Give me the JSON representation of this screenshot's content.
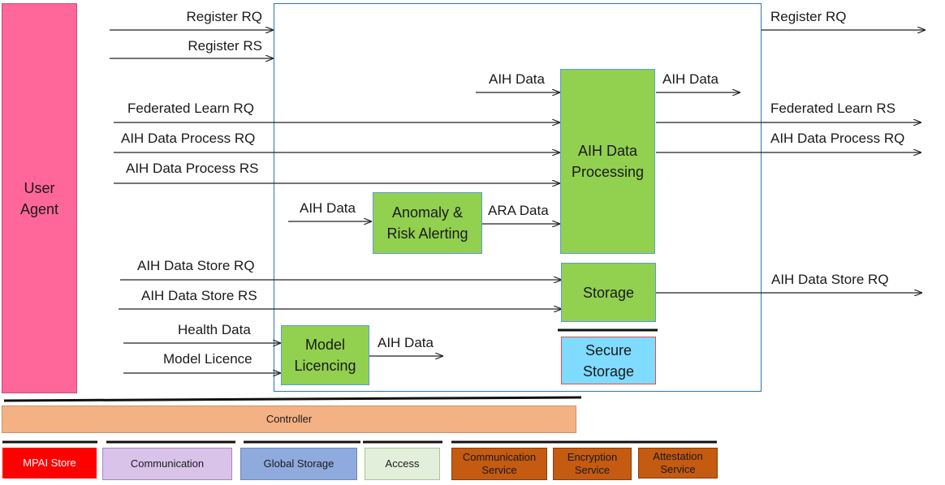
{
  "user_agent": "User\nAgent",
  "module_box": {
    "border": "#2e75b6"
  },
  "left_inputs": {
    "register_rq": "Register RQ",
    "register_rs": "Register RS",
    "federated_learn_rq": "Federated Learn RQ",
    "aih_data_process_rq": "AIH Data Process RQ",
    "aih_data_process_rs": "AIH Data Process RS",
    "aih_data_store_rq": "AIH Data Store RQ",
    "aih_data_store_rs": "AIH Data Store RS",
    "health_data": "Health Data",
    "model_licence": "Model Licence"
  },
  "internal": {
    "aih_data_to_processing": "AIH Data",
    "aih_data_from_processing": "AIH Data",
    "aih_data_to_anomaly": "AIH Data",
    "ara_data": "ARA Data",
    "aih_data_from_licencing": "AIH Data"
  },
  "right_outputs": {
    "register_rq": "Register RQ",
    "federated_learn_rs": "Federated Learn RS",
    "aih_data_process_rq": "AIH Data Process RQ",
    "aih_data_store_rq": "AIH Data Store RQ"
  },
  "blocks": {
    "aih_data_processing": "AIH Data\nProcessing",
    "anomaly_risk_alerting": "Anomaly &\nRisk Alerting",
    "storage": "Storage",
    "secure_storage": "Secure\nStorage",
    "model_licencing": "Model\nLicencing"
  },
  "infrastructure": {
    "controller": "Controller",
    "mpai_store": "MPAI Store",
    "communication": "Communication",
    "global_storage": "Global Storage",
    "access": "Access",
    "communication_service": "Communication\nService",
    "encryption_service": "Encryption\nService",
    "attestation_service": "Attestation\nService"
  },
  "colors": {
    "user_agent": "#ff6699",
    "green_block": "#92d050",
    "secure_storage": "#7fdbff",
    "controller": "#f4b183",
    "mpai_store": "#ff0000",
    "communication": "#d9c3e9",
    "global_storage": "#8faadc",
    "access": "#e2efda",
    "services": "#c55a11"
  }
}
